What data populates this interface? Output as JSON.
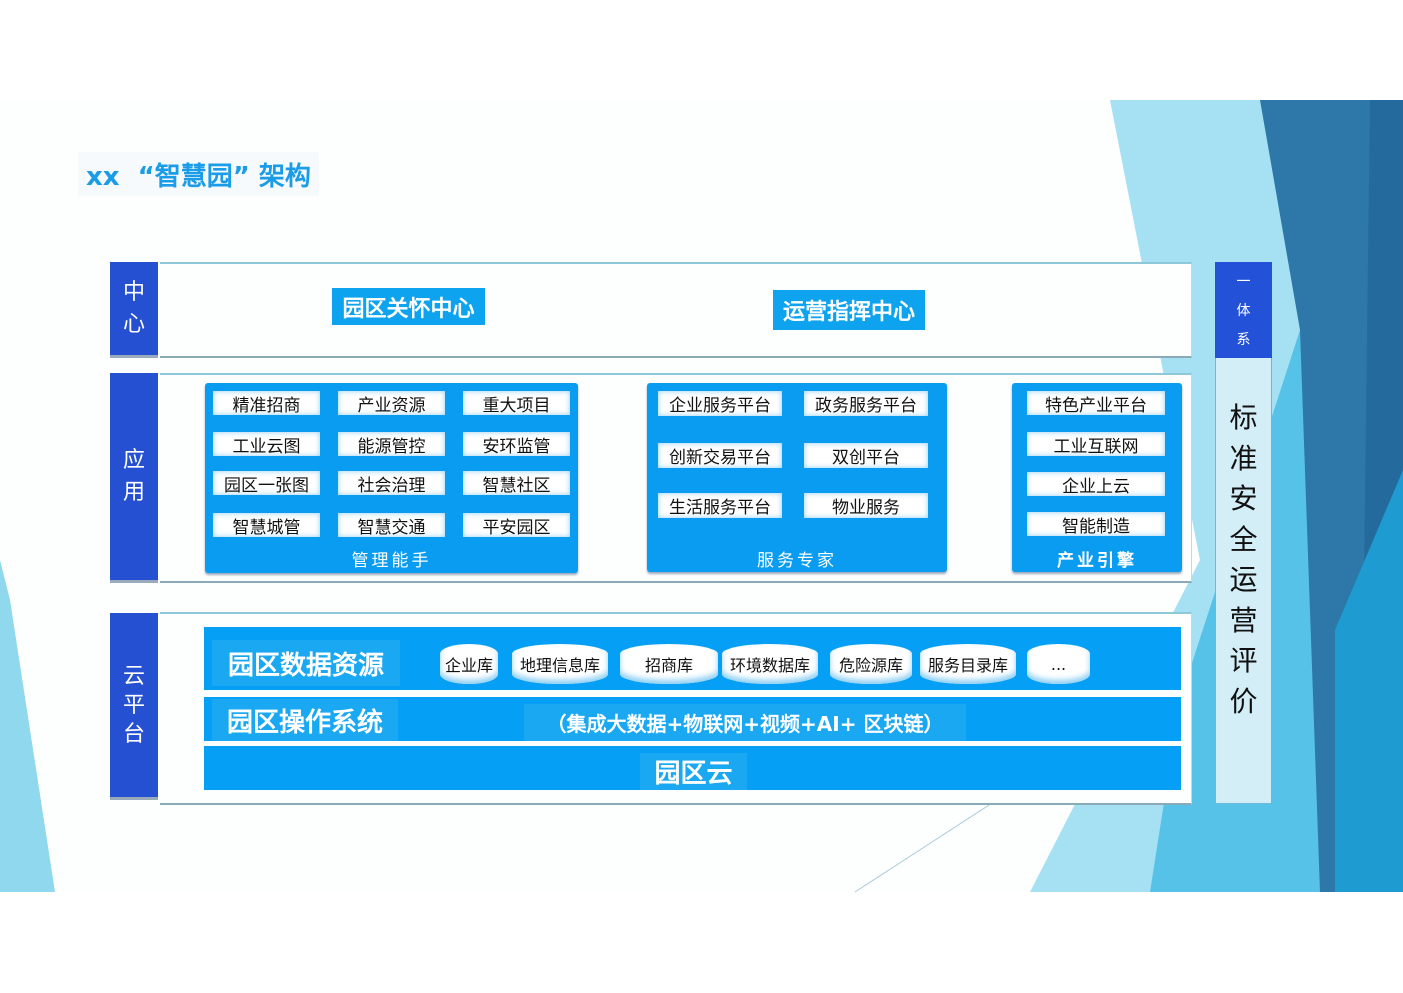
{
  "title": "xx  “智慧园” 架构",
  "layers": {
    "center": {
      "label": [
        "中",
        "心"
      ],
      "buttons": [
        "园区关怀中心",
        "运营指挥中心"
      ]
    },
    "app": {
      "label": [
        "应",
        "用"
      ],
      "groups": [
        {
          "caption": "管理能手",
          "items": [
            "精准招商",
            "产业资源",
            "重大项目",
            "工业云图",
            "能源管控",
            "安环监管",
            "园区一张图",
            "社会治理",
            "智慧社区",
            "智慧城管",
            "智慧交通",
            "平安园区"
          ]
        },
        {
          "caption": "服务专家",
          "items": [
            "企业服务平台",
            "政务服务平台",
            "创新交易平台",
            "双创平台",
            "生活服务平台",
            "物业服务"
          ]
        },
        {
          "caption": "产业引擎",
          "items": [
            "特色产业平台",
            "工业互联网",
            "企业上云",
            "智能制造"
          ]
        }
      ]
    },
    "cloud": {
      "label": [
        "云",
        "平",
        "台"
      ],
      "data_title": "园区数据资源",
      "databases": [
        "企业库",
        "地理信息库",
        "招商库",
        "环境数据库",
        "危险源库",
        "服务目录库",
        "..."
      ],
      "os_title": "园区操作系统",
      "os_desc": "（集成大数据+物联网+视频+AI+ 区块链）",
      "cloud_title": "园区云"
    }
  },
  "side": {
    "top": [
      "一",
      "体",
      "系"
    ],
    "text": [
      "标",
      "准",
      "安",
      "全",
      "运",
      "营",
      "评",
      "价"
    ]
  },
  "colors": {
    "accent": "#1a9ce8",
    "label_blue": "#2650d2",
    "group_blue": "#0a9cf0"
  }
}
